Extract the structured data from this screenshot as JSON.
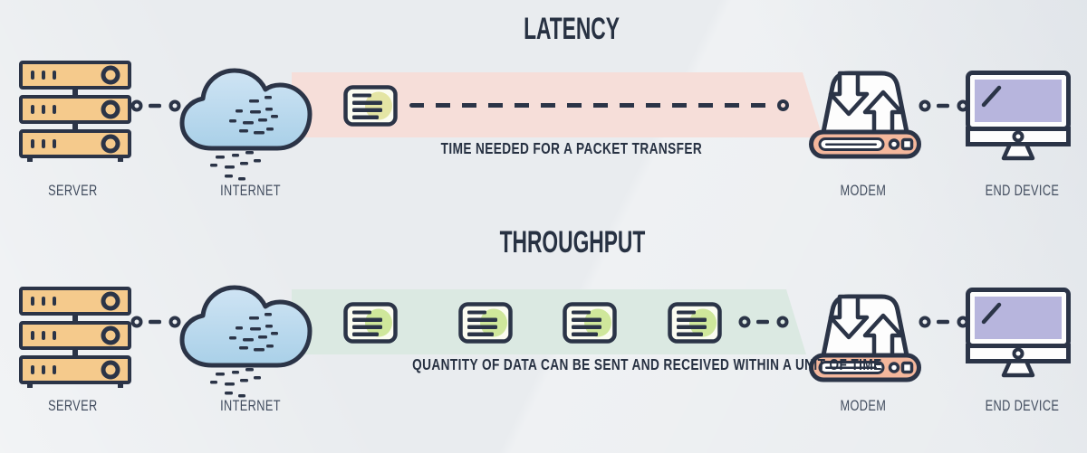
{
  "latency": {
    "title": "LATENCY",
    "caption": "TIME NEEDED FOR A PACKET TRANSFER",
    "packet_count": 1,
    "labels": {
      "server": "SERVER",
      "internet": "INTERNET",
      "modem": "MODEM",
      "end_device": "END DEVICE"
    }
  },
  "throughput": {
    "title": "THROUGHPUT",
    "caption": "QUANTITY OF DATA CAN BE SENT AND RECEIVED WITHIN A UNIT OF TIME",
    "packet_count": 4,
    "labels": {
      "server": "SERVER",
      "internet": "INTERNET",
      "modem": "MODEM",
      "end_device": "END DEVICE"
    }
  },
  "colors": {
    "background": "#e9ecef",
    "outline": "#2b3447",
    "title_text": "#273142",
    "label_text": "#414c5e",
    "latency_band": "#f6ded9",
    "throughput_band": "#dbe9e2",
    "server_fill": "#f5ca8c",
    "cloud_fill_top": "#cfe4f4",
    "cloud_fill_bottom": "#a9d0e8",
    "modem_base_fill": "#f4b79c",
    "screen_fill": "#b7b5dd",
    "device_fill": "#fdfdfd",
    "packet_blob_latency": "#e4e5a4",
    "packet_blob_throughput": "#cfe79b"
  }
}
